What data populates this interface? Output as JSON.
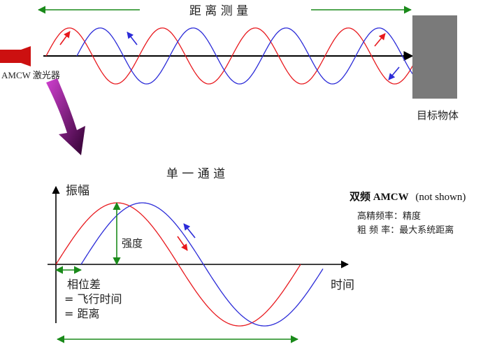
{
  "top": {
    "title": "距 离 测 量",
    "laser_label": "AMCW 激光器",
    "target_label": "目标物体"
  },
  "channel": {
    "title": "单 一 通 道",
    "y_axis_label": "振幅",
    "x_axis_label": "时间",
    "intensity_label": "强度",
    "phase_label": "相位差",
    "eq1": "= 飞行时间",
    "eq2": "= 距离"
  },
  "dual": {
    "title_bold": "双频  AMCW",
    "title_note": "(not shown)",
    "line1": "高精频率：精度",
    "line2": "粗  频  率：最大系统距离"
  },
  "colors": {
    "red_wave": "#e8191e",
    "blue_wave": "#2b2bd8",
    "green_arrow": "#1a8a1a",
    "target": "#7a7a7a",
    "laser": "#cc1010",
    "big_arrow": "#8a1a8a"
  }
}
